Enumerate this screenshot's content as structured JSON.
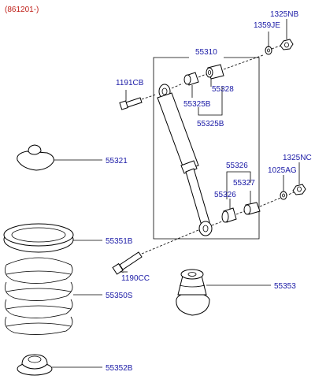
{
  "header": {
    "code": "(861201-)"
  },
  "labels": {
    "l55310": "55310",
    "l1191CB": "1191CB",
    "l55325B_a": "55325B",
    "l55328": "55328",
    "l55325B_b": "55325B",
    "l1325NB": "1325NB",
    "l1359JE": "1359JE",
    "l55321": "55321",
    "l55326_a": "55326",
    "l55327": "55327",
    "l55326_b": "55326",
    "l1325NC": "1325NC",
    "l1025AG": "1025AG",
    "l55351B": "55351B",
    "l1190CC": "1190CC",
    "l55350S": "55350S",
    "l55353": "55353",
    "l55352B": "55352B"
  },
  "colors": {
    "label": "#1a1aa6",
    "header": "#c0221b",
    "line": "#000000"
  }
}
